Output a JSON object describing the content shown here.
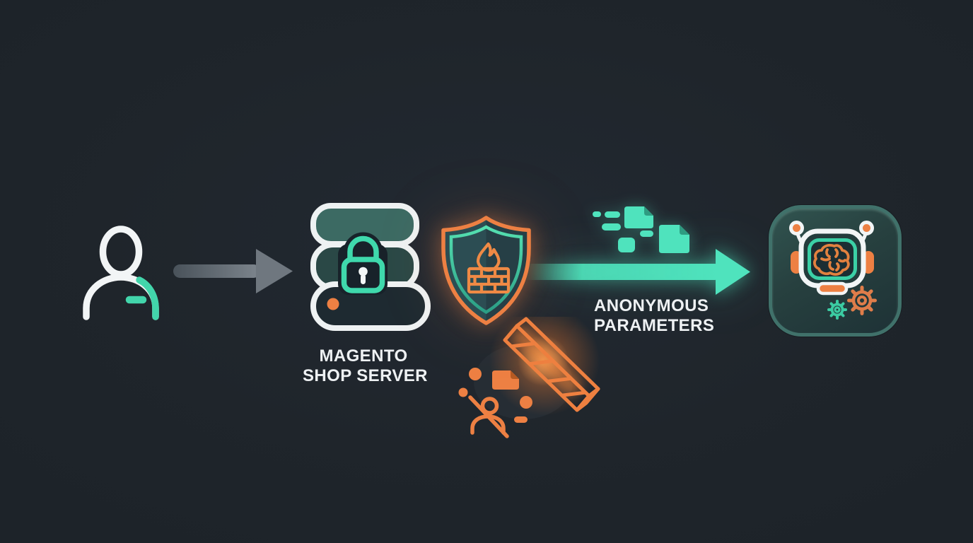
{
  "scene": {
    "type": "flow-diagram",
    "background_color": "#1f252b",
    "accent_colors": {
      "mint": "#4fe3bd",
      "orange": "#ed8043",
      "white": "#f2f5f6",
      "arrow_gray": "#646c74",
      "dark_teal": "#2a4846"
    },
    "nodes": {
      "user": {
        "icon": "user-icon"
      },
      "server": {
        "icon": "server-stack-lock-icon",
        "label_line1": "MAGENTO",
        "label_line2": "SHOP SERVER",
        "status_dot_color": "#ed8043"
      },
      "firewall": {
        "icon": "firewall-shield-icon"
      },
      "ai_agent": {
        "icon": "ai-robot-icon"
      }
    },
    "flows": {
      "user_to_server": {
        "icon": "arrow-right-gray-icon"
      },
      "server_to_ai": {
        "icon": "arrow-right-teal-icon",
        "label_line1": "ANONYMOUS",
        "label_line2": "PARAMETERS",
        "payload_icon": "anonymous-documents-icon"
      },
      "blocked_personal_data": {
        "icon": "blocked-user-data-icon",
        "barrier_icon": "barricade-icon"
      }
    }
  }
}
